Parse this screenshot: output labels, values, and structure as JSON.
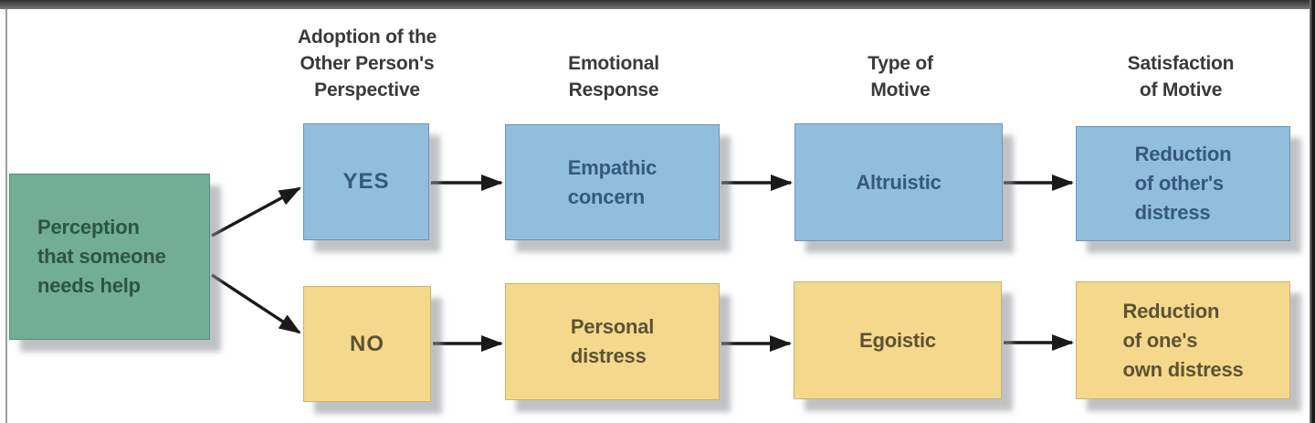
{
  "figure": {
    "type": "flowchart",
    "description": "Empathy-altruism model flow diagram with two outcome paths",
    "columns": [
      {
        "label": "Adoption of the\nOther Person's\nPerspective"
      },
      {
        "label": "Emotional\nResponse"
      },
      {
        "label": "Type of\nMotive"
      },
      {
        "label": "Satisfaction\nof Motive"
      }
    ],
    "start": {
      "label": "Perception\nthat someone\nneeds help"
    },
    "paths": {
      "empathy": {
        "perspective": "YES",
        "emotional_response": "Empathic\nconcern",
        "motive": "Altruistic",
        "satisfaction": "Reduction\nof other's\ndistress"
      },
      "no_empathy": {
        "perspective": "NO",
        "emotional_response": "Personal\ndistress",
        "motive": "Egoistic",
        "satisfaction": "Reduction\nof one's\nown distress"
      }
    },
    "colors": {
      "start_box": "#72ad95",
      "empathy_row": "#92bedd",
      "no_empathy_row": "#f4d98d",
      "arrow": "#1a1a1a",
      "header_text": "#3a3a3a",
      "shadow": "#8a9095",
      "top_border": "#303030",
      "right_border": "#1a1a1a"
    }
  }
}
